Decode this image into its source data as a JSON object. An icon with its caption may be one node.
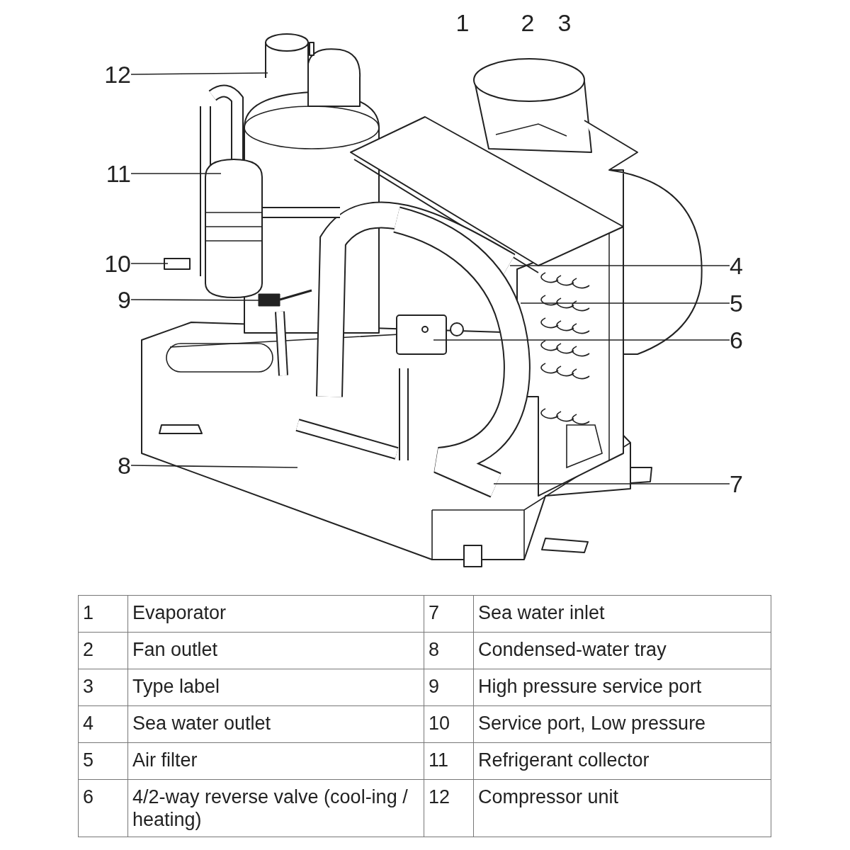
{
  "diagram": {
    "nodes": [
      {
        "text": [
          "12"
        ]
      },
      {
        "text": [
          "11"
        ]
      },
      {
        "text": [
          "10"
        ]
      },
      {
        "text": [
          "4"
        ]
      },
      {
        "text": [
          "9"
        ]
      },
      {
        "text": [
          "5"
        ]
      },
      {
        "text": [
          "6"
        ]
      },
      {
        "text": [
          "8"
        ]
      },
      {
        "text": [
          "7"
        ]
      }
    ],
    "edges": [
      {
        "from": 0,
        "to": null,
        "arrow": "none"
      },
      {
        "from": 1,
        "to": null,
        "arrow": "none"
      },
      {
        "from": 2,
        "to": null,
        "arrow": "none"
      },
      {
        "from": 3,
        "to": null,
        "arrow": "none"
      },
      {
        "from": 4,
        "to": null,
        "arrow": "none"
      },
      {
        "from": 5,
        "to": null,
        "arrow": "none"
      },
      {
        "from": 6,
        "to": null,
        "arrow": "none"
      },
      {
        "from": 7,
        "to": null,
        "arrow": "none"
      },
      {
        "from": 8,
        "to": null,
        "arrow": "none"
      }
    ],
    "labels": [
      "1",
      "2",
      "3",
      "1",
      "Evaporator",
      "7",
      "Sea water inlet",
      "2",
      "Fan outlet",
      "8",
      "Condensed-water tray",
      "3",
      "Type label",
      "9",
      "High pressure service port",
      "4",
      "Sea water outlet",
      "10",
      "Service port, Low pressure",
      "5",
      "Air filter",
      "11",
      "Refrigerant collector",
      "6",
      "4/2-way reverse valve (cool-ing / heating)",
      "12",
      "Compressor unit"
    ]
  }
}
